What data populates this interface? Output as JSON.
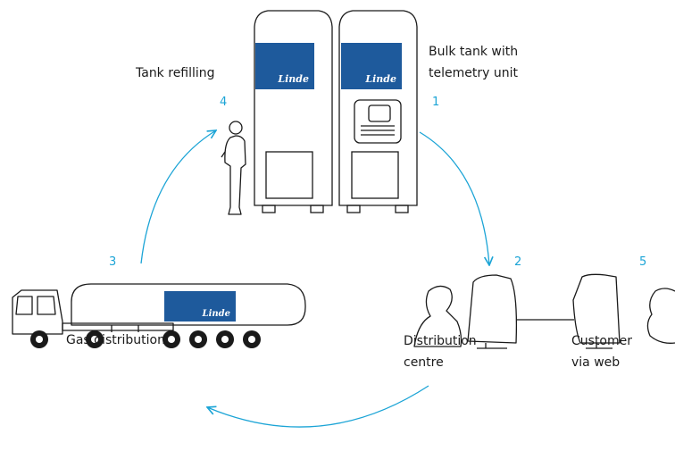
{
  "colors": {
    "accent": "#1ba4d6",
    "brand_panel": "#1e5a9c",
    "line": "#1a1a1a"
  },
  "brand": "Linde",
  "steps": [
    {
      "number": "1",
      "label_lines": [
        "Bulk tank with",
        "telemetry unit"
      ]
    },
    {
      "number": "2",
      "label_lines": [
        "Distribution",
        "centre"
      ]
    },
    {
      "number": "3",
      "label_lines": [
        "Gas distribution"
      ]
    },
    {
      "number": "4",
      "label_lines": [
        "Tank refilling"
      ]
    },
    {
      "number": "5",
      "label_lines": [
        "Customer",
        "via web"
      ]
    }
  ]
}
